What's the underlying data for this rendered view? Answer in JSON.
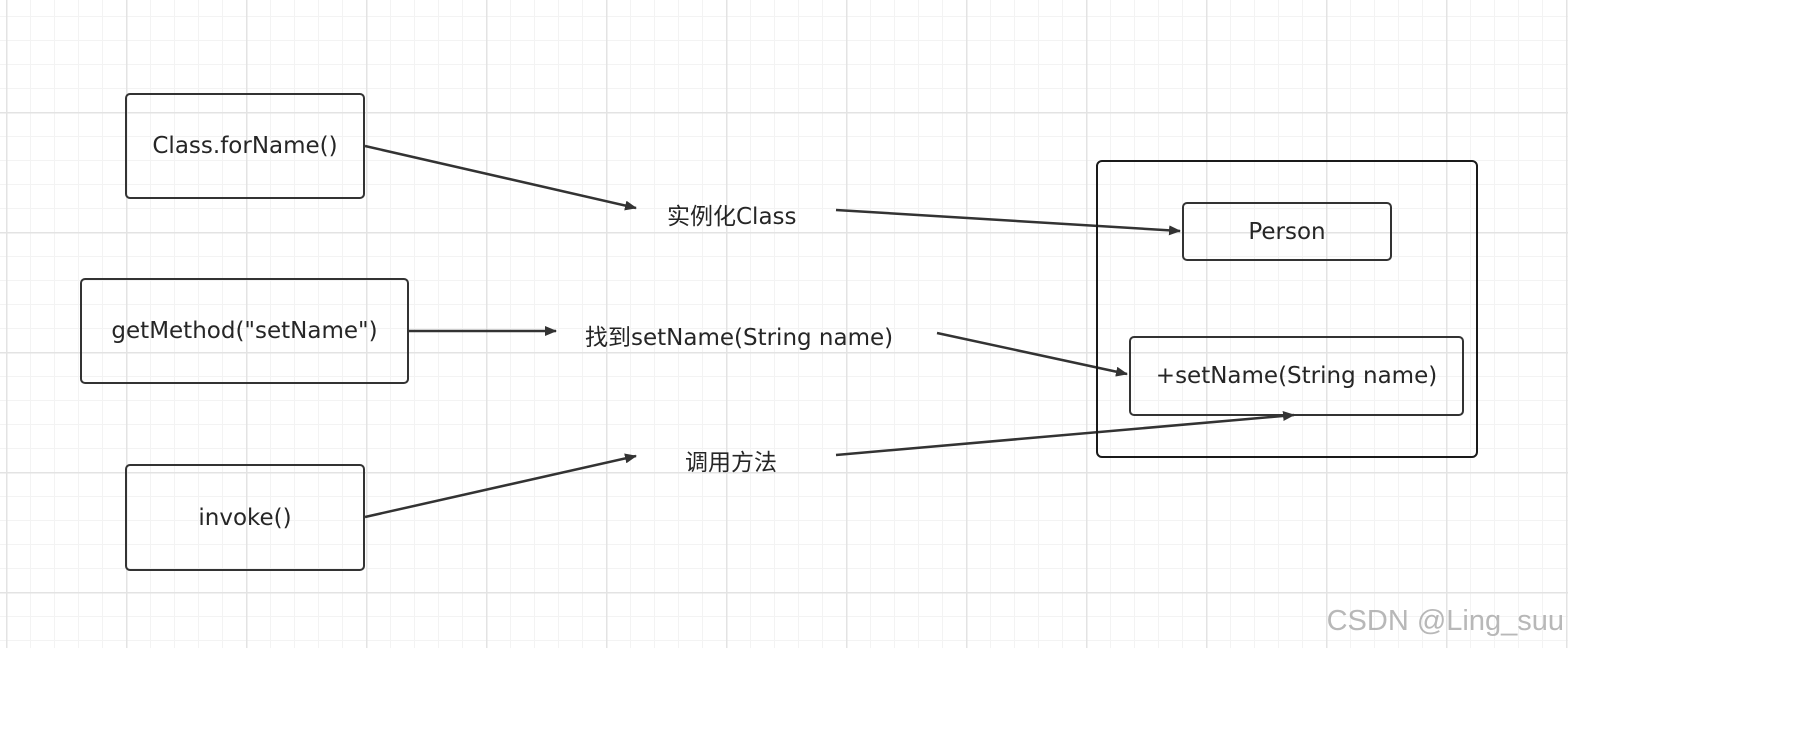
{
  "diagram": {
    "nodes": {
      "class_forname": "Class.forName()",
      "get_method": "getMethod(\"setName\")",
      "invoke": "invoke()",
      "person": "Person",
      "set_name_method": "+setName(String name)"
    },
    "edge_labels": {
      "instantiate_class": "实例化Class",
      "find_set_name": "找到setName(String name)",
      "call_method": "调用方法"
    }
  },
  "watermark": "CSDN @Ling_suu"
}
